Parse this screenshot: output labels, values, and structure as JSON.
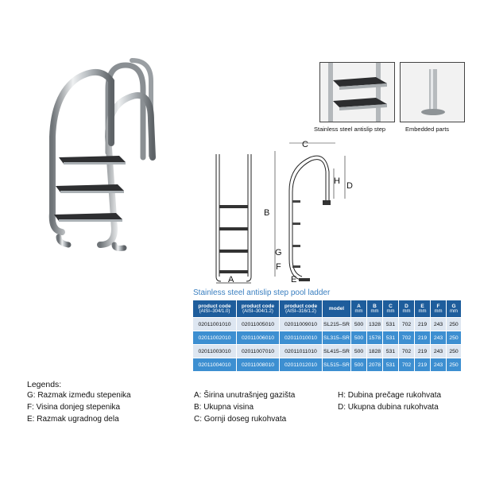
{
  "illustration": {
    "caption_step": "Stainless steel antislip step",
    "caption_embedded": "Embedded parts"
  },
  "diagram": {
    "labels": {
      "A": "A",
      "B": "B",
      "C": "C",
      "D": "D",
      "E": "E",
      "F": "F",
      "G": "G",
      "H": "H"
    }
  },
  "table": {
    "title": "Stainless steel antislip step pool ladder",
    "headers": [
      {
        "label": "product code",
        "sub": "(AISI–304/1.0)"
      },
      {
        "label": "product code",
        "sub": "(AISI–304/1.2)"
      },
      {
        "label": "product code",
        "sub": "(AISI–316/1.2)"
      },
      {
        "label": "model",
        "sub": ""
      },
      {
        "label": "A",
        "sub": "mm"
      },
      {
        "label": "B",
        "sub": "mm"
      },
      {
        "label": "C",
        "sub": "mm"
      },
      {
        "label": "D",
        "sub": "mm"
      },
      {
        "label": "E",
        "sub": "mm"
      },
      {
        "label": "F",
        "sub": "mm"
      },
      {
        "label": "G",
        "sub": "mm"
      }
    ],
    "rows": [
      [
        "02011001010",
        "02011005010",
        "02011009010",
        "SL215–SR",
        "500",
        "1328",
        "531",
        "702",
        "219",
        "243",
        "250"
      ],
      [
        "02011002010",
        "02011006010",
        "02011010010",
        "SL315–SR",
        "500",
        "1578",
        "531",
        "702",
        "219",
        "243",
        "250"
      ],
      [
        "02011003010",
        "02011007010",
        "02011011010",
        "SL415–SR",
        "500",
        "1828",
        "531",
        "702",
        "219",
        "243",
        "250"
      ],
      [
        "02011004010",
        "02011008010",
        "02011012010",
        "SL515–SR",
        "500",
        "2078",
        "531",
        "702",
        "219",
        "243",
        "250"
      ]
    ]
  },
  "legend": {
    "title": "Legends:",
    "col1": [
      "G: Razmak između stepenika",
      "F: Visina donjeg stepenika",
      "E: Razmak ugradnog dela"
    ],
    "col2": [
      "A: Širina unutrašnjeg gazišta",
      "B: Ukupna visina",
      "C: Gornji doseg rukohvata"
    ],
    "col3": [
      "H: Dubina prečage rukohvata",
      "D: Ukupna dubina rukohvata"
    ]
  }
}
